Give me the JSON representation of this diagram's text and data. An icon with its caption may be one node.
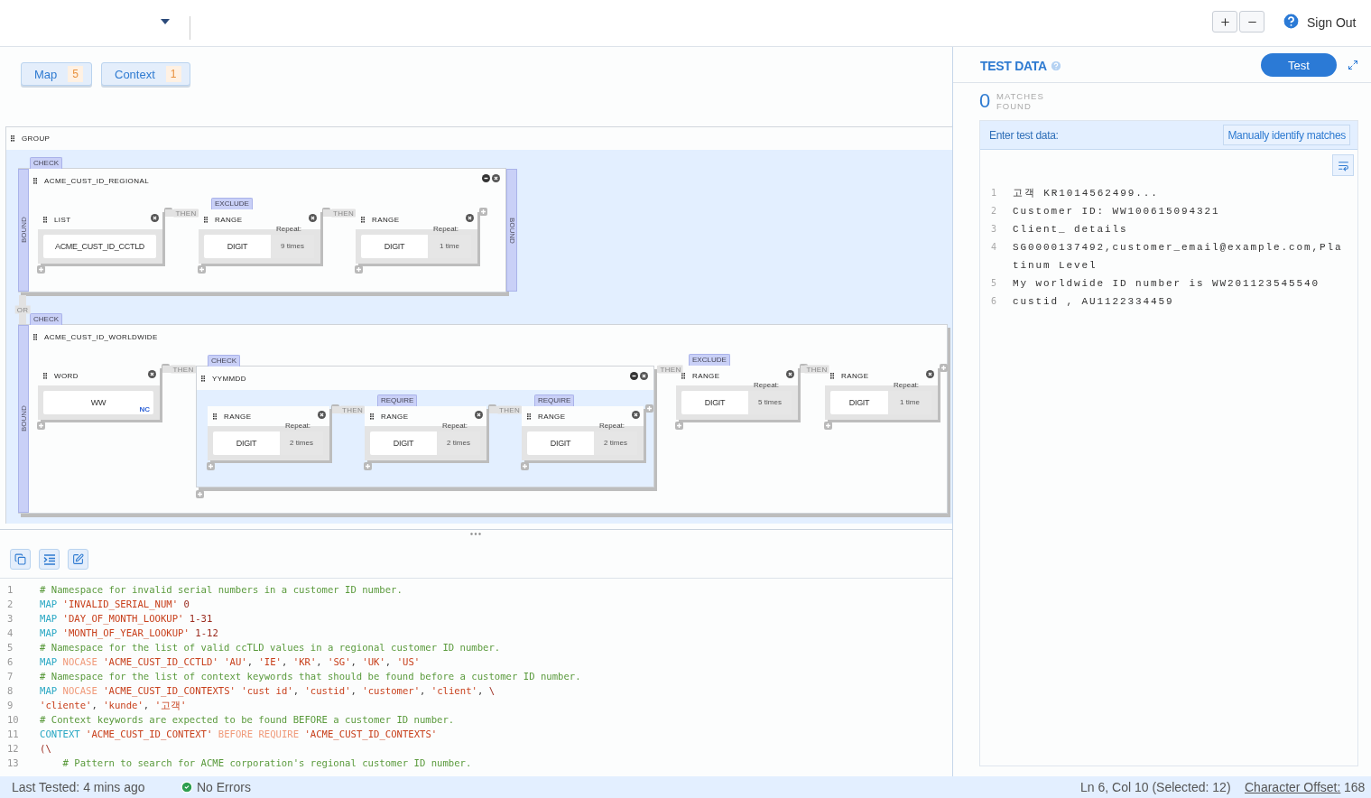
{
  "diagram": {
    "nodes": [
      {
        "text": [
          "GROUP"
        ]
      },
      {
        "text": [
          "CHECK",
          "ACME_CUST_ID_REGIONAL",
          "BOUND",
          "BOUND"
        ],
        "in": 0
      },
      {
        "text": [
          "LIST",
          "ACME_CUST_ID_CCTLD"
        ],
        "in": 1
      },
      {
        "text": [
          "EXCLUDE",
          "RANGE",
          "DIGIT",
          "Repeat:",
          "9 times"
        ],
        "in": 1
      },
      {
        "text": [
          "RANGE",
          "DIGIT",
          "Repeat:",
          "1 time"
        ],
        "in": 1
      },
      {
        "text": [
          "CHECK",
          "ACME_CUST_ID_WORLDWIDE",
          "BOUND"
        ],
        "in": 0
      },
      {
        "text": [
          "WORD",
          "WW",
          "NC"
        ],
        "in": 5
      },
      {
        "text": [
          "CHECK",
          "YYMMDD"
        ],
        "in": 5
      },
      {
        "text": [
          "RANGE",
          "DIGIT",
          "Repeat:",
          "2 times"
        ],
        "in": 7
      },
      {
        "text": [
          "REQUIRE",
          "RANGE",
          "DIGIT",
          "Repeat:",
          "2 times"
        ],
        "in": 7
      },
      {
        "text": [
          "REQUIRE",
          "RANGE",
          "DIGIT",
          "Repeat:",
          "2 times"
        ],
        "in": 7
      },
      {
        "text": [
          "EXCLUDE",
          "RANGE",
          "DIGIT",
          "Repeat:",
          "5 times"
        ],
        "in": 5
      },
      {
        "text": [
          "RANGE",
          "DIGIT",
          "Repeat:",
          "1 time"
        ],
        "in": 5
      }
    ],
    "edges": [
      {
        "from": 2,
        "to": 3,
        "arrow": "none",
        "label": "THEN"
      },
      {
        "from": 3,
        "to": 4,
        "arrow": "none",
        "label": "THEN"
      },
      {
        "from": 1,
        "to": 5,
        "arrow": "none",
        "label": "OR"
      },
      {
        "from": 6,
        "to": 7,
        "arrow": "none",
        "label": "THEN"
      },
      {
        "from": 8,
        "to": 9,
        "arrow": "none",
        "label": "THEN"
      },
      {
        "from": 9,
        "to": 10,
        "arrow": "none",
        "label": "THEN"
      },
      {
        "from": 7,
        "to": 11,
        "arrow": "none",
        "label": "THEN"
      },
      {
        "from": 11,
        "to": 12,
        "arrow": "none",
        "label": "THEN"
      }
    ],
    "labels": [
      "Sign Out",
      "Map",
      "5",
      "Context",
      "1",
      "TEST DATA",
      "Test",
      "0",
      "MATCHES FOUND",
      "Enter test data:",
      "Manually identify matches",
      "1",
      "고객 KR1014562499...",
      "2",
      "Customer ID: WW100615094321",
      "3",
      "Client_ details",
      "4",
      "SG0000137492,customer_email@example.com,Platinum Level",
      "5",
      "My worldwide ID number is WW201123545540",
      "6",
      "custid , AU1122334459",
      "1",
      "# Namespace for invalid serial numbers in a customer ID number.",
      "2",
      "MAP 'INVALID_SERIAL_NUM' 0",
      "3",
      "MAP 'DAY_OF_MONTH_LOOKUP' 1-31",
      "4",
      "MAP 'MONTH_OF_YEAR_LOOKUP' 1-12",
      "5",
      "# Namespace for the list of valid ccTLD values in a regional customer ID number.",
      "6",
      "MAP NOCASE 'ACME_CUST_ID_CCTLD' 'AU', 'IE', 'KR', 'SG', 'UK', 'US'",
      "7",
      "# Namespace for the list of context keywords that should be found before a customer ID number.",
      "8",
      "MAP NOCASE 'ACME_CUST_ID_CONTEXTS' 'cust id', 'custid', 'customer', 'client', \\",
      "9",
      "'cliente', 'kunde', '고객'",
      "10",
      "# Context keywords are expected to be found BEFORE a customer ID number.",
      "11",
      "CONTEXT 'ACME_CUST_ID_CONTEXT' BEFORE REQUIRE 'ACME_CUST_ID_CONTEXTS'",
      "12",
      "(\\",
      "13",
      "    # Pattern to search for ACME corporation's regional customer ID number.",
      "Last Tested: 4 mins ago",
      "No Errors",
      "Ln 6, Col 10 (Selected: 12)",
      "Character Offset:",
      "168"
    ]
  }
}
